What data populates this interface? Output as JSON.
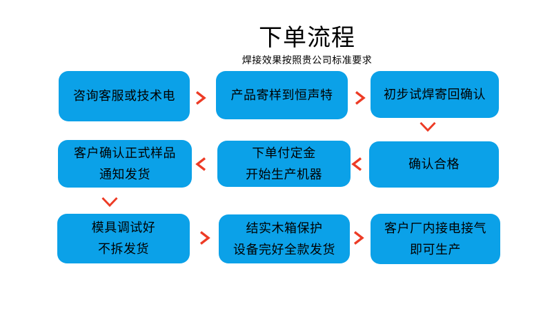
{
  "header": {
    "title": "下单流程",
    "subtitle": "焊接效果按照贵公司标准要求"
  },
  "colors": {
    "background": "#ffffff",
    "box_fill": "#0ba1e8",
    "box_text": "#000000",
    "arrow_red": "#ed3b25"
  },
  "flowchart": {
    "boxes": [
      {
        "id": "step-1",
        "lines": [
          "咨询客服或技术电"
        ]
      },
      {
        "id": "step-2",
        "lines": [
          "产品寄样到恒声特"
        ]
      },
      {
        "id": "step-3",
        "lines": [
          "初步试焊寄回确认"
        ]
      },
      {
        "id": "step-4",
        "lines": [
          "确认合格"
        ]
      },
      {
        "id": "step-5",
        "lines": [
          "下单付定金",
          "开始生产机器"
        ]
      },
      {
        "id": "step-6",
        "lines": [
          "客户确认正式样品",
          "通知发货"
        ]
      },
      {
        "id": "step-7",
        "lines": [
          "模具调试好",
          "不拆发货"
        ]
      },
      {
        "id": "step-8",
        "lines": [
          "结实木箱保护",
          "设备完好全款发货"
        ]
      },
      {
        "id": "step-9",
        "lines": [
          "客户厂内接电接气",
          "即可生产"
        ]
      }
    ],
    "arrows": [
      {
        "direction": "right"
      },
      {
        "direction": "right"
      },
      {
        "direction": "down"
      },
      {
        "direction": "left"
      },
      {
        "direction": "left"
      },
      {
        "direction": "down"
      },
      {
        "direction": "right"
      },
      {
        "direction": "right"
      }
    ]
  }
}
